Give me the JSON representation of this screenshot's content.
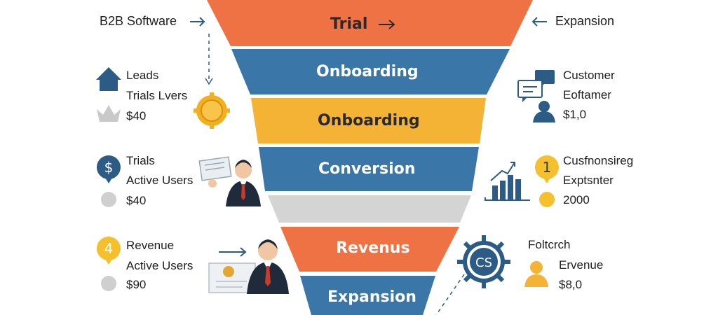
{
  "funnel": {
    "stages": [
      {
        "label": "Trial",
        "color": "#ee7244",
        "text_color": "#2a2a2a"
      },
      {
        "label": "Onboarding",
        "color": "#3a76a8",
        "text_color": "#ffffff"
      },
      {
        "label": "Onboarding",
        "color": "#f5b335",
        "text_color": "#2a2a2a"
      },
      {
        "label": "Conversion",
        "color": "#3a76a8",
        "text_color": "#ffffff"
      },
      {
        "label": "",
        "color": "#d4d4d4",
        "text_color": "#2a2a2a"
      },
      {
        "label": "Revenus",
        "color": "#ee7244",
        "text_color": "#ffffff"
      },
      {
        "label": "Expansion",
        "color": "#3a76a8",
        "text_color": "#ffffff"
      }
    ]
  },
  "left": {
    "header": "B2B Software",
    "group1": {
      "line1": "Leads",
      "line2": "Trials Lvers",
      "line3": "$40"
    },
    "group2": {
      "badge": "$",
      "line1": "Trials",
      "line2": "Active Users",
      "line3": "$40"
    },
    "group3": {
      "badge": "4",
      "line1": "Revenue",
      "line2": "Active Users",
      "line3": "$90"
    }
  },
  "right": {
    "header": "Expansion",
    "group1": {
      "line1": "Customer",
      "line2": "Eoftamer",
      "line3": "$1,0"
    },
    "group2": {
      "badge": "1",
      "line1": "Cusfnonsireg",
      "line2": "Exptsnter",
      "line3": "2000"
    },
    "group3": {
      "gear_text": "CS",
      "line1": "Foltcrch",
      "line2": "Ervenue",
      "line3": "$8,0"
    }
  },
  "colors": {
    "orange": "#ee7244",
    "blue": "#3a76a8",
    "yellow": "#f5b335",
    "gray": "#d4d4d4",
    "navy": "#2c5b86",
    "dark_suit": "#1f2a3a"
  },
  "icons": [
    "arrow-right-icon",
    "arrow-left-icon",
    "house-icon",
    "crown-icon",
    "gear-coin-icon",
    "dollar-badge-icon",
    "circle-icon",
    "number-badge-icon",
    "chat-icon",
    "person-icon",
    "bar-chart-icon",
    "gear-icon",
    "businessman-icon"
  ]
}
